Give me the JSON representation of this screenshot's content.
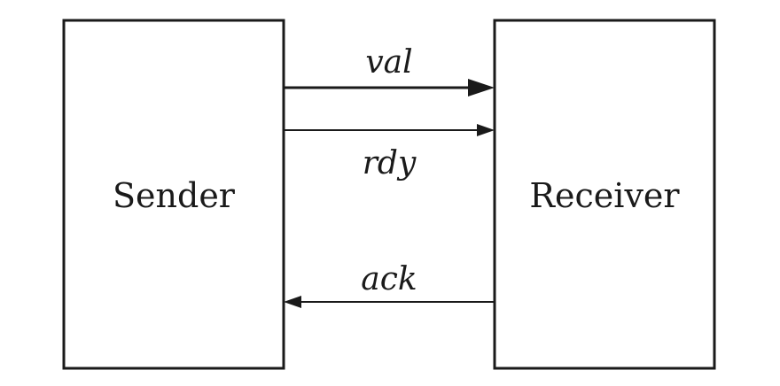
{
  "blocks": {
    "sender": "Sender",
    "receiver": "Receiver"
  },
  "signals": {
    "val": "val",
    "rdy": "rdy",
    "ack": "ack"
  },
  "colors": {
    "stroke": "#1a1a1a",
    "background": "#ffffff"
  }
}
